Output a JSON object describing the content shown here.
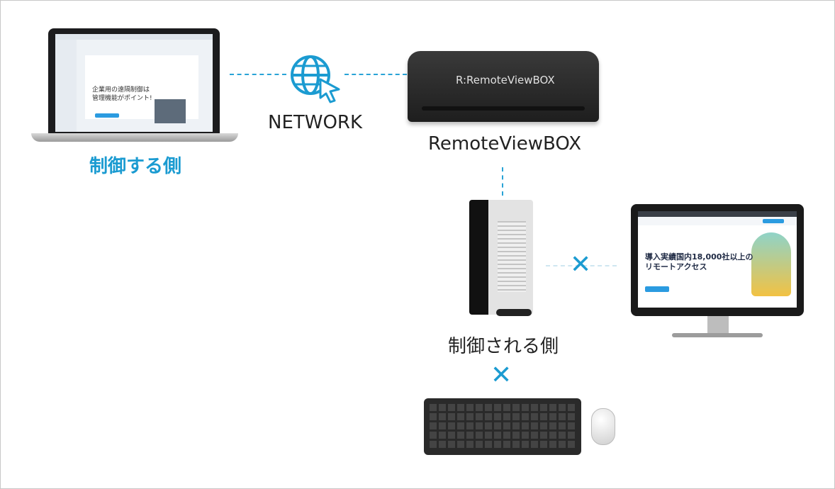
{
  "labels": {
    "network": "NETWORK",
    "box_name": "RemoteViewBOX",
    "controlling_side": "制御する側",
    "controlled_side": "制御される側"
  },
  "box_logo_text": "R:RemoteViewBOX",
  "laptop_screen": {
    "heading_line1": "企業用の遠隔制御は",
    "heading_line2": "管理機能がポイント!"
  },
  "monitor_screen": {
    "headline_line1": "導入実績国内18,000社以上の",
    "headline_line2": "リモートアクセス"
  },
  "connectors": {
    "laptop_to_box": "connected",
    "box_to_pc": "connected",
    "pc_to_monitor": "not-required",
    "pc_to_keyboard": "not-required"
  },
  "cross_symbol": "✕",
  "colors": {
    "accent": "#1b9bd1",
    "line": "#29a3d6",
    "text": "#222222"
  },
  "icons": [
    "globe-cursor-icon",
    "laptop-icon",
    "box-device-icon",
    "tower-pc-icon",
    "monitor-icon",
    "keyboard-icon",
    "mouse-icon",
    "cross-icon"
  ]
}
